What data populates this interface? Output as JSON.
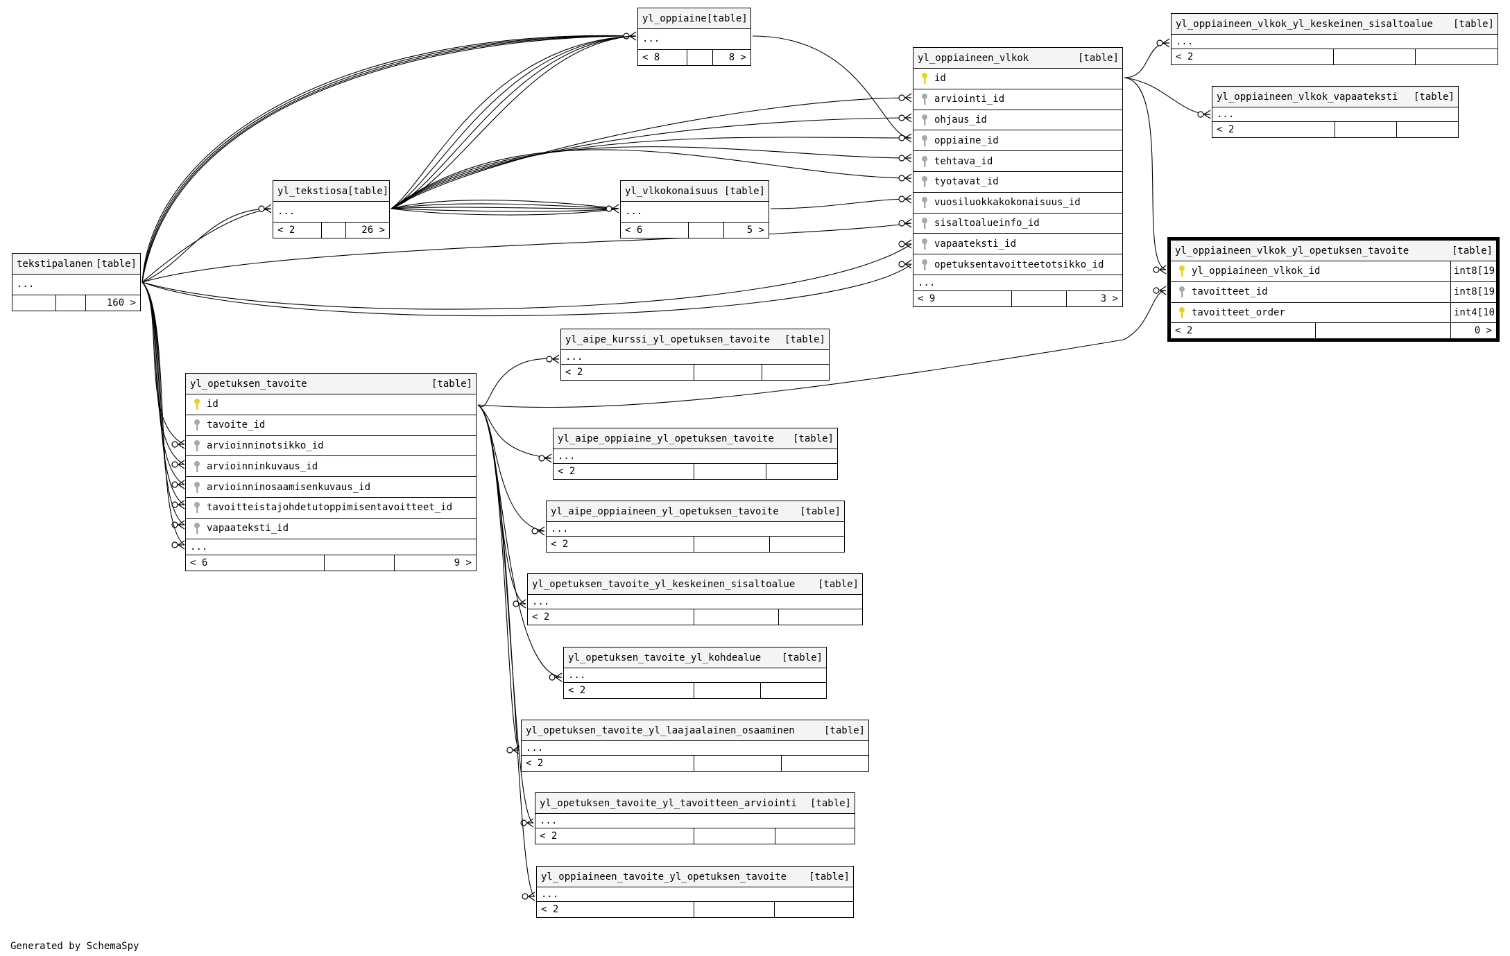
{
  "credit": "Generated by SchemaSpy",
  "type_label": "[table]",
  "ellipsis": "...",
  "tables": {
    "tekstipalanen": {
      "name": "tekstipalanen",
      "foot_left": "",
      "foot_right": "160 >"
    },
    "yl_tekstiosa": {
      "name": "yl_tekstiosa",
      "foot_left": "< 2",
      "foot_right": "26 >"
    },
    "yl_oppiaine": {
      "name": "yl_oppiaine",
      "foot_left": "< 8",
      "foot_right": "8 >"
    },
    "yl_vlkokonaisuus": {
      "name": "yl_vlkokonaisuus",
      "foot_left": "< 6",
      "foot_right": "5 >"
    },
    "yl_oppiaineen_vlkok": {
      "name": "yl_oppiaineen_vlkok",
      "foot_left": "< 9",
      "foot_right": "3 >",
      "columns": [
        "id",
        "arviointi_id",
        "ohjaus_id",
        "oppiaine_id",
        "tehtava_id",
        "tyotavat_id",
        "vuosiluokkakokonaisuus_id",
        "sisaltoalueinfo_id",
        "vapaateksti_id",
        "opetuksentavoitteetotsikko_id"
      ]
    },
    "kesk_sis": {
      "name": "yl_oppiaineen_vlkok_yl_keskeinen_sisaltoalue",
      "foot_left": "< 2",
      "foot_right": ""
    },
    "vlkok_vapaa": {
      "name": "yl_oppiaineen_vlkok_vapaateksti",
      "foot_left": "< 2",
      "foot_right": ""
    },
    "vlkok_opet": {
      "name": "yl_oppiaineen_vlkok_yl_opetuksen_tavoite",
      "foot_left": "< 2",
      "foot_right": "0 >",
      "columns": [
        {
          "name": "yl_oppiaineen_vlkok_id",
          "type": "int8[19]"
        },
        {
          "name": "tavoitteet_id",
          "type": "int8[19]"
        },
        {
          "name": "tavoitteet_order",
          "type": "int4[10]"
        }
      ]
    },
    "yl_opetuksen_tavoite": {
      "name": "yl_opetuksen_tavoite",
      "foot_left": "< 6",
      "foot_right": "9 >",
      "columns": [
        "id",
        "tavoite_id",
        "arvioinninotsikko_id",
        "arvioinninkuvaus_id",
        "arvioinninosaamisenkuvaus_id",
        "tavoitteistajohdetutoppimisentavoitteet_id",
        "vapaateksti_id"
      ]
    },
    "aipe_kurssi": {
      "name": "yl_aipe_kurssi_yl_opetuksen_tavoite",
      "foot_left": "< 2",
      "foot_right": ""
    },
    "aipe_oppiaine": {
      "name": "yl_aipe_oppiaine_yl_opetuksen_tavoite",
      "foot_left": "< 2",
      "foot_right": ""
    },
    "aipe_oppiaineen": {
      "name": "yl_aipe_oppiaineen_yl_opetuksen_tavoite",
      "foot_left": "< 2",
      "foot_right": ""
    },
    "ot_kesk": {
      "name": "yl_opetuksen_tavoite_yl_keskeinen_sisaltoalue",
      "foot_left": "< 2",
      "foot_right": ""
    },
    "ot_kohde": {
      "name": "yl_opetuksen_tavoite_yl_kohdealue",
      "foot_left": "< 2",
      "foot_right": ""
    },
    "ot_laaja": {
      "name": "yl_opetuksen_tavoite_yl_laajaalainen_osaaminen",
      "foot_left": "< 2",
      "foot_right": ""
    },
    "ot_tavarv": {
      "name": "yl_opetuksen_tavoite_yl_tavoitteen_arviointi",
      "foot_left": "< 2",
      "foot_right": ""
    },
    "opp_tav": {
      "name": "yl_oppiaineen_tavoite_yl_opetuksen_tavoite",
      "foot_left": "< 2",
      "foot_right": ""
    }
  },
  "colors": {
    "line": "#000000",
    "header_bg": "#f4f4f4",
    "primary_key": "#e6d21e",
    "foreign_key": "#a8a8a8"
  }
}
